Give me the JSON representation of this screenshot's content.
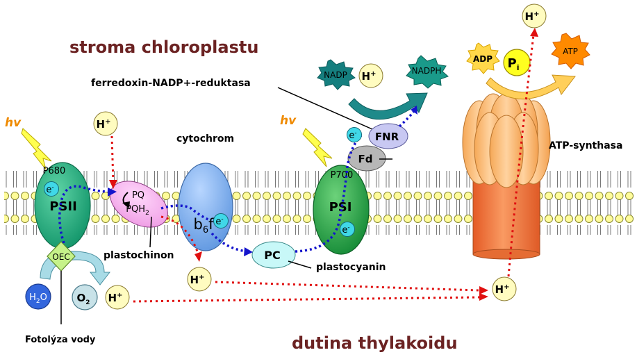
{
  "regions": {
    "stroma": "stroma chloroplastu",
    "lumen": "dutina thylakoidu"
  },
  "light": {
    "label_left": "hv",
    "label_right": "hv"
  },
  "psii": {
    "name": "PSII",
    "center": "P680",
    "oec": "OEC"
  },
  "psi": {
    "name": "PSI",
    "center": "P700"
  },
  "plastoquinone": {
    "pq": "PQ",
    "pqh2_base": "PQH",
    "pqh2_sub": "2",
    "label": "plastochinon"
  },
  "cytochrome": {
    "name_base": "b",
    "name_sub": "6",
    "name_tail": "f",
    "label": "cytochrom"
  },
  "plastocyanin": {
    "name": "PC",
    "label": "plastocyanin"
  },
  "ferredoxin": {
    "fd": "Fd",
    "fnr": "FNR",
    "label": "ferredoxin-NADP+-reduktasa"
  },
  "electron": {
    "base": "e",
    "sup": "-"
  },
  "proton": {
    "base": "H",
    "sup": "+"
  },
  "nadp": {
    "nadp": "NADP",
    "nadph": "NADPH"
  },
  "atp_synthase": {
    "label": "ATP-synthasa",
    "adp": "ADP",
    "atp": "ATP",
    "pi_base": "P",
    "pi_sub": "i"
  },
  "water": {
    "h2o_base": "H",
    "h2o_sub": "2",
    "h2o_tail": "O",
    "o2_base": "O",
    "o2_sub": "2",
    "photolysis_label": "Fotolýza vody"
  },
  "colors": {
    "psii": "#1aae7a",
    "psi": "#1fa04a",
    "pq": "#f7b7f0",
    "cytochrome": "#7fb2ee",
    "plastocyanin": "#c8f8f8",
    "fnr": "#c8c8f2",
    "fd": "#b7b7b7",
    "oec": "#c6f28a",
    "proton": "#fffcc0",
    "nadp": "#1e8a8a",
    "adp": "#ffd84a",
    "atp": "#ff8a00",
    "pi": "#ffff20",
    "atp_head": "#f7b46a",
    "atp_stalk": "#f37a3f",
    "electron_path": "#1414cc",
    "proton_path": "#e01010",
    "region_title": "#6b2222",
    "light_label": "#ef8a00"
  }
}
